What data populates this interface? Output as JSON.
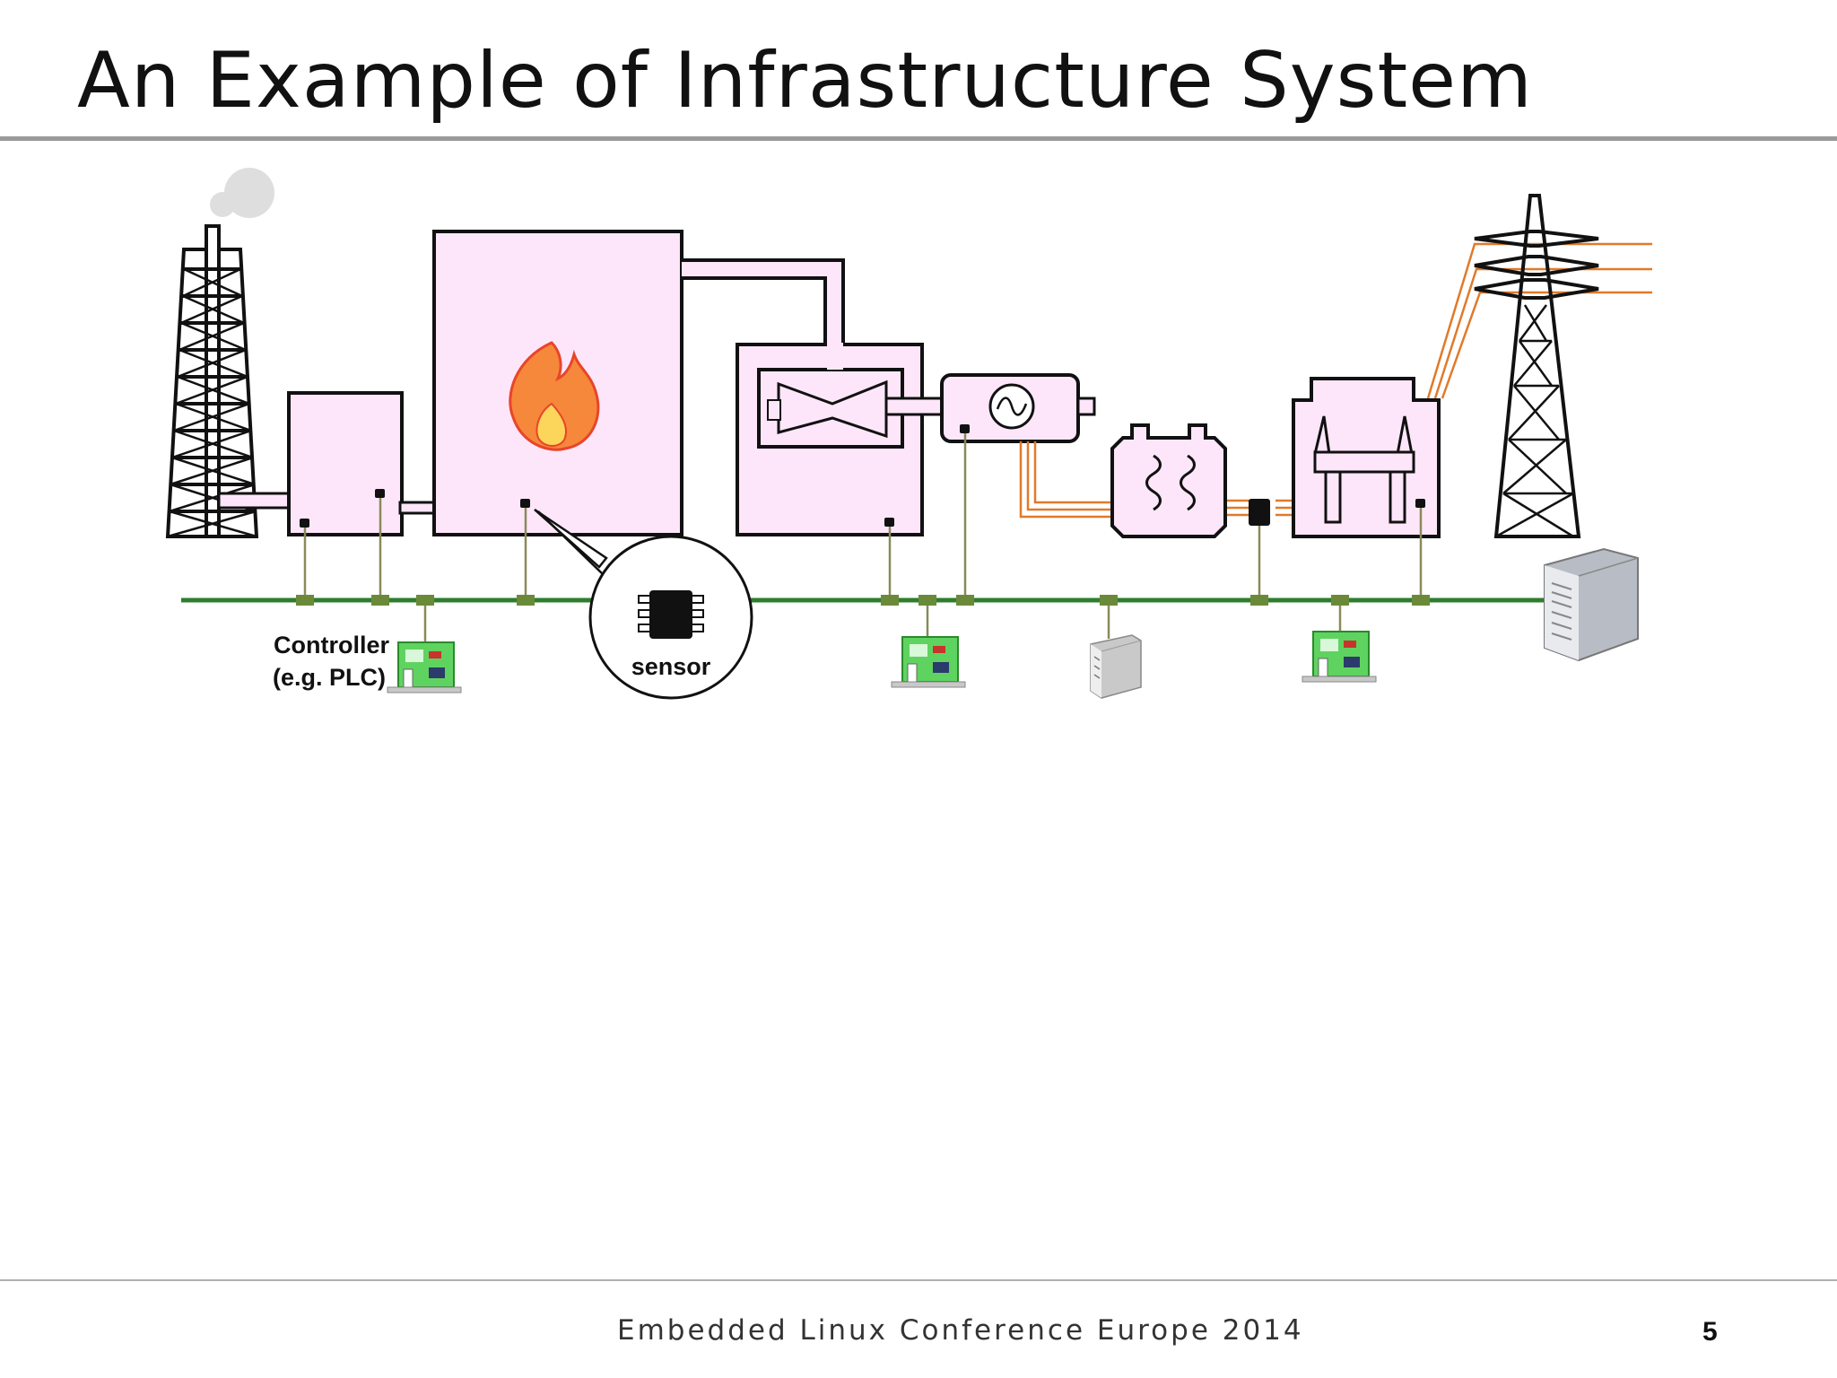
{
  "slide": {
    "title": "An Example of Infrastructure System",
    "footer": "Embedded Linux Conference Europe 2014",
    "page_number": "5"
  },
  "diagram": {
    "controller_label_line1": "Controller",
    "controller_label_line2": "(e.g. PLC)",
    "sensor_label": "sensor"
  },
  "colors": {
    "plant_fill": "#fde6fa",
    "network_bus": "#2e7d2e",
    "power_cable": "#e07a2a",
    "flame_outer": "#f5883a",
    "flame_inner": "#fbd65a"
  }
}
